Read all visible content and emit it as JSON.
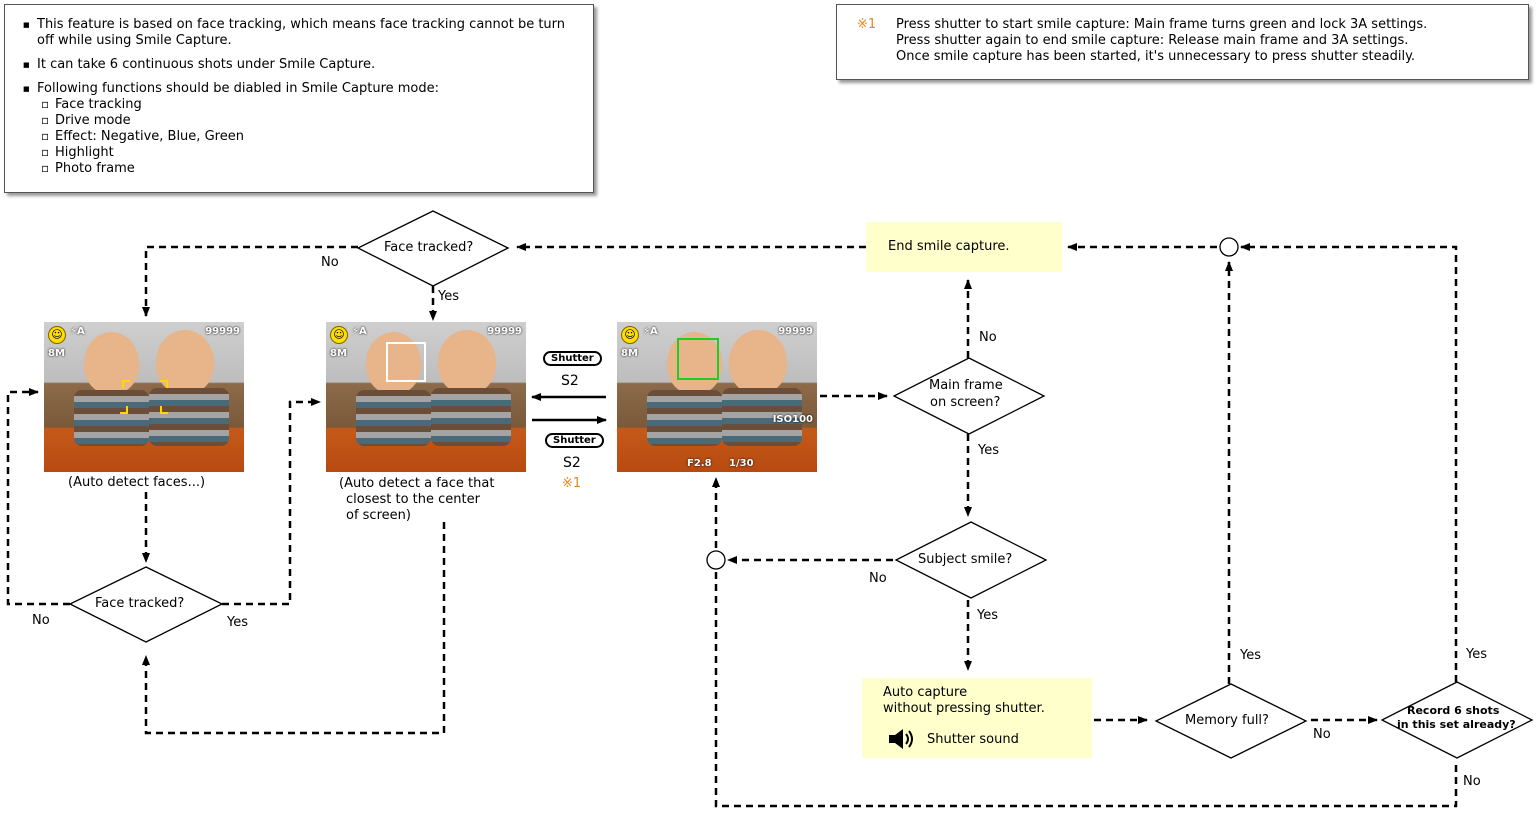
{
  "left_note": {
    "bullets": [
      "This feature is based on face tracking, which means face tracking cannot be turn off while using Smile Capture.",
      "It can take 6 continuous shots under Smile Capture.",
      "Following functions should be diabled in Smile Capture mode:"
    ],
    "sub_items": [
      "Face tracking",
      "Drive mode",
      "Effect: Negative, Blue, Green",
      "Highlight",
      "Photo frame"
    ]
  },
  "right_note": {
    "mark": "※1",
    "lines": [
      "Press shutter to start smile capture: Main frame turns green and lock 3A settings.",
      "Press shutter again to end smile capture: Release main frame and 3A settings.",
      "Once smile capture has been started, it's unnecessary to press shutter steadily."
    ]
  },
  "nodes": {
    "face_tracked_top": "Face tracked?",
    "face_tracked_bottom": "Face tracked?",
    "main_frame_line1": "Main frame",
    "main_frame_line2": "on screen?",
    "subject_smile": "Subject smile?",
    "memory_full": "Memory full?",
    "record6_line1": "Record 6 shots",
    "record6_line2": "in this set already?",
    "end_capture": "End smile capture.",
    "auto_capture_line1": "Auto capture",
    "auto_capture_line2": "without pressing shutter.",
    "shutter_sound": "Shutter sound"
  },
  "labels": {
    "yes": "Yes",
    "no": "No",
    "shutter": "Shutter",
    "s2": "S2",
    "mark": "※1"
  },
  "captions": {
    "photo1": "(Auto detect faces...)",
    "photo2_line1": "(Auto detect a face that",
    "photo2_line2": "closest to the center",
    "photo2_line3": "of screen)"
  },
  "photo_overlay": {
    "count": "99999",
    "flash": "⚡A",
    "size": "8M",
    "iso": "ISO100",
    "aperture": "F2.8",
    "shutter_speed": "1/30"
  },
  "colors": {
    "yellow_box": "#ffffcc",
    "mark_orange": "#e08a1e",
    "frame_white": "#ffffff",
    "frame_green": "#22cc22"
  }
}
